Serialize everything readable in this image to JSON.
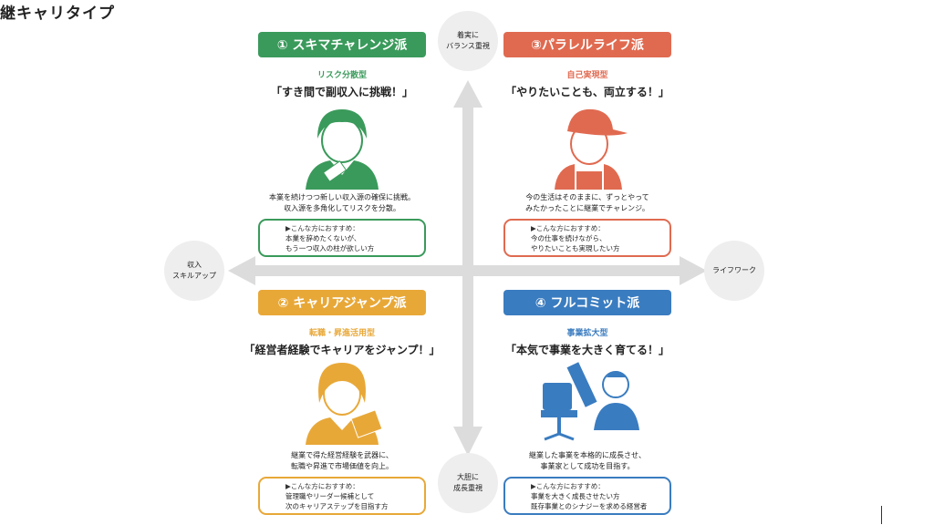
{
  "title": "継キャリタイプ",
  "axes": {
    "top": "着実に\nバランス重視",
    "bottom": "大胆に\n成長重視",
    "left": "収入\nスキルアップ",
    "right": "ライフワーク"
  },
  "quadrants": [
    {
      "name": "① スキマチャレンジ派",
      "color": "#3a9a5b",
      "subtitle": "リスク分散型",
      "quote": "「すき間で副収入に挑戦！」",
      "desc": [
        "本業を続けつつ新しい収入源の確保に挑戦。",
        "収入源を多角化してリスクを分散。"
      ],
      "rec_title": "▶こんな方におすすめ：",
      "rec": [
        "本業を辞めたくないが、",
        "もう一つ収入の柱が欲しい方"
      ]
    },
    {
      "name": "③パラレルライフ派",
      "color": "#e06a50",
      "subtitle": "自己実現型",
      "quote": "「やりたいことも、両立する！」",
      "desc": [
        "今の生活はそのままに、ずっとやって",
        "みたかったことに継業でチャレンジ。"
      ],
      "rec_title": "▶こんな方におすすめ：",
      "rec": [
        "今の仕事を続けながら、",
        "やりたいことも実現したい方"
      ]
    },
    {
      "name": "② キャリアジャンプ派",
      "color": "#e8a838",
      "subtitle": "転職・昇進活用型",
      "quote": "「経営者経験でキャリアをジャンプ！」",
      "desc": [
        "継業で得た経営経験を武器に、",
        "転職や昇進で市場価値を向上。"
      ],
      "rec_title": "▶こんな方におすすめ：",
      "rec": [
        "管理職やリーダー候補として",
        "次のキャリアステップを目指す方"
      ]
    },
    {
      "name": "④ フルコミット派",
      "color": "#3a7cc0",
      "subtitle": "事業拡大型",
      "quote": "「本気で事業を大きく育てる！」",
      "desc": [
        "継業した事業を本格的に成長させ、",
        "事業家として成功を目指す。"
      ],
      "rec_title": "▶こんな方におすすめ：",
      "rec": [
        "事業を大きく成長させたい方",
        "既存事業とのシナジーを求める経営者"
      ]
    }
  ]
}
